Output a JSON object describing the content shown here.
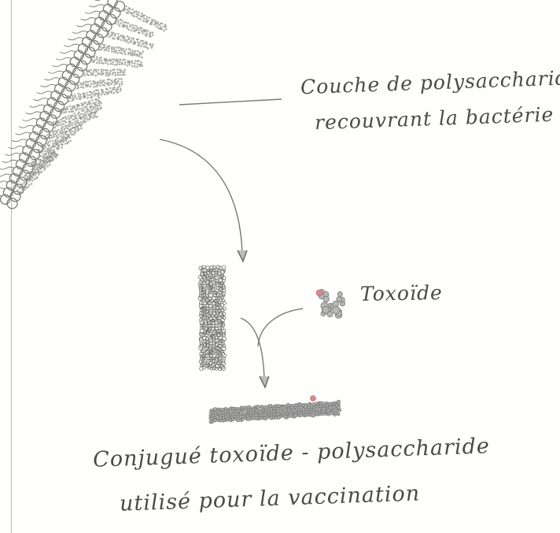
{
  "labels": {
    "polysaccharide_layer_line1": "Couche de polysaccharide",
    "polysaccharide_layer_line2": "recouvrant la bactérie",
    "toxoid": "Toxoïde",
    "conjugate_line1": "Conjugué toxoïde - polysaccharide",
    "conjugate_line2": "utilisé pour la vaccination"
  },
  "colors": {
    "ink": "#4a4a4a",
    "pencil": "#6e6e6e",
    "dots": "#8a8a8a",
    "toxoid_accent": "#d98a8a"
  },
  "icons": {
    "bacterial_membrane": "bacterium-membrane-icon",
    "polysaccharide_chain": "polysaccharide-chain-icon",
    "toxoid": "toxoid-protein-icon",
    "conjugate": "conjugate-molecule-icon"
  }
}
